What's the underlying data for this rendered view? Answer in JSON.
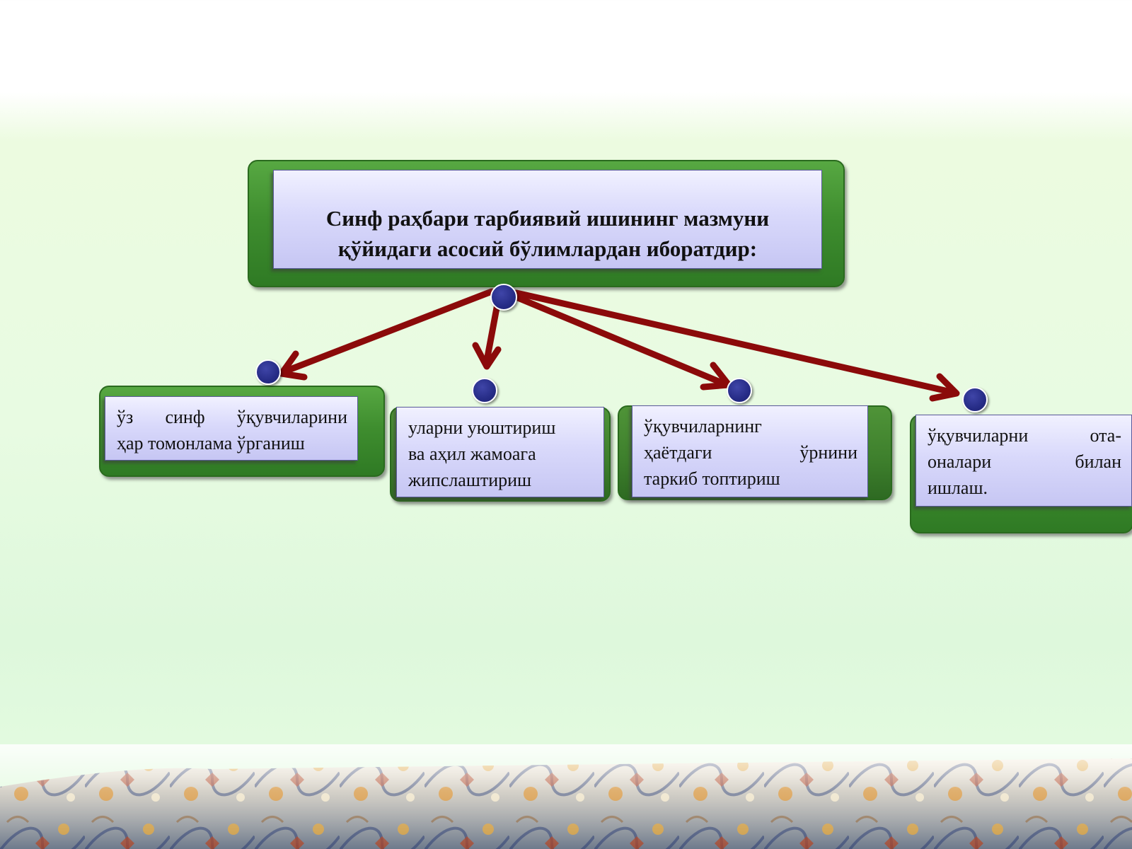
{
  "diagram": {
    "title": "Синф  раҳбари тарбиявий ишининг мазмуни қўйидаги асосий бўлимлардан иборатдир:",
    "items": [
      {
        "lines": [
          "ўз синф ўқувчиларини",
          "ҳар томонлама ўрганиш"
        ]
      },
      {
        "lines": [
          "уларни уюштириш",
          "ва аҳил жамоага",
          "жипслаштириш"
        ]
      },
      {
        "lines": [
          "ўқувчиларнинг",
          "ҳаётдаги ўрнини",
          "таркиб топтириш"
        ]
      },
      {
        "lines": [
          "ўқувчиларни ота-",
          "оналари билан",
          "ишлаш."
        ]
      }
    ]
  },
  "colors": {
    "frame_green": "#3f8e2f",
    "box_lavender": "#d9d9fb",
    "connector_red": "#8b0a0a",
    "node_blue": "#262c86"
  }
}
